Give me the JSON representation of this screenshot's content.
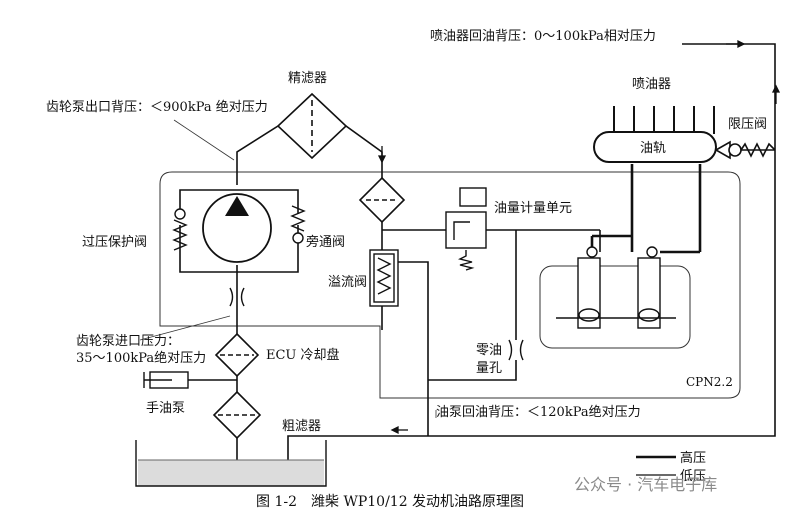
{
  "labels": {
    "fine_filter": "精滤器",
    "gear_outlet_pressure": "齿轮泵出口背压：＜900kPa 绝对压力",
    "injector_return_pressure": "喷油器回油背压：0～100kPa相对压力",
    "injector": "喷油器",
    "rail": "油轨",
    "limit_valve": "限压阀",
    "overpressure_valve": "过压保护阀",
    "bypass_valve": "旁通阀",
    "metering_unit": "油量计量单元",
    "overflow_valve": "溢流阀",
    "gear_inlet_pressure_1": "齿轮泵进口压力：",
    "gear_inlet_pressure_2": "35～100kPa绝对压力",
    "ecu_cooling": "ECU 冷却盘",
    "hand_pump": "手油泵",
    "zero_orifice_1": "零油",
    "zero_orifice_2": "量孔",
    "cpn": "CPN2.2",
    "pump_return_pressure": "油泵回油背压：＜120kPa绝对压力",
    "coarse_filter": "粗滤器"
  },
  "legend": {
    "high": "高压",
    "low": "低压"
  },
  "watermark": "公众号 · 汽车电子库",
  "caption": "图 1-2　潍柴 WP10/12 发动机油路原理图"
}
